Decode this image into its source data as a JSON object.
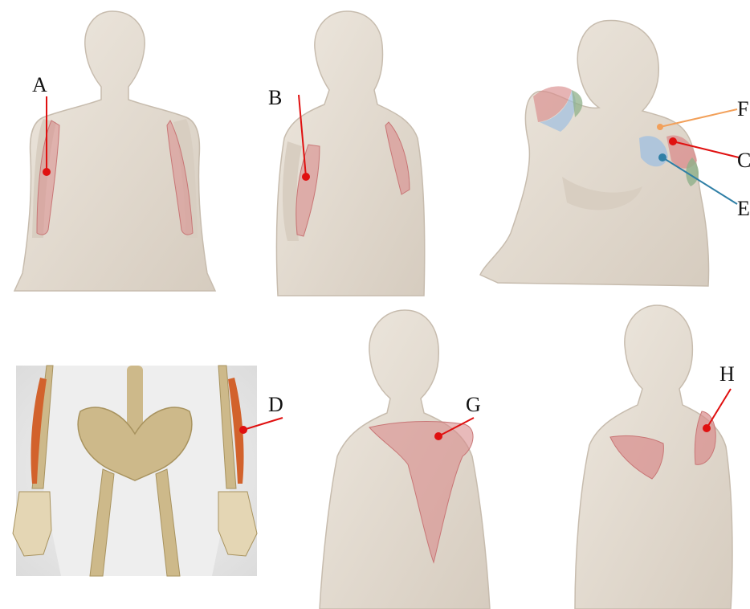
{
  "colors": {
    "skin": "#e3dbd0",
    "skin_shade": "#c9bfb2",
    "muscle": "#d98c8c",
    "pointer_red": "#e01010",
    "pointer_orange": "#f2a05a",
    "pointer_blue": "#2f7fa6",
    "muscle_blue": "#9fbfe0",
    "muscle_green": "#8fb08a",
    "bone": "#cdb98a",
    "forearm_muscle": "#d2622c"
  },
  "labels": {
    "a": "A",
    "b": "B",
    "c": "C",
    "d": "D",
    "e": "E",
    "f": "F",
    "g": "G",
    "h": "H"
  }
}
